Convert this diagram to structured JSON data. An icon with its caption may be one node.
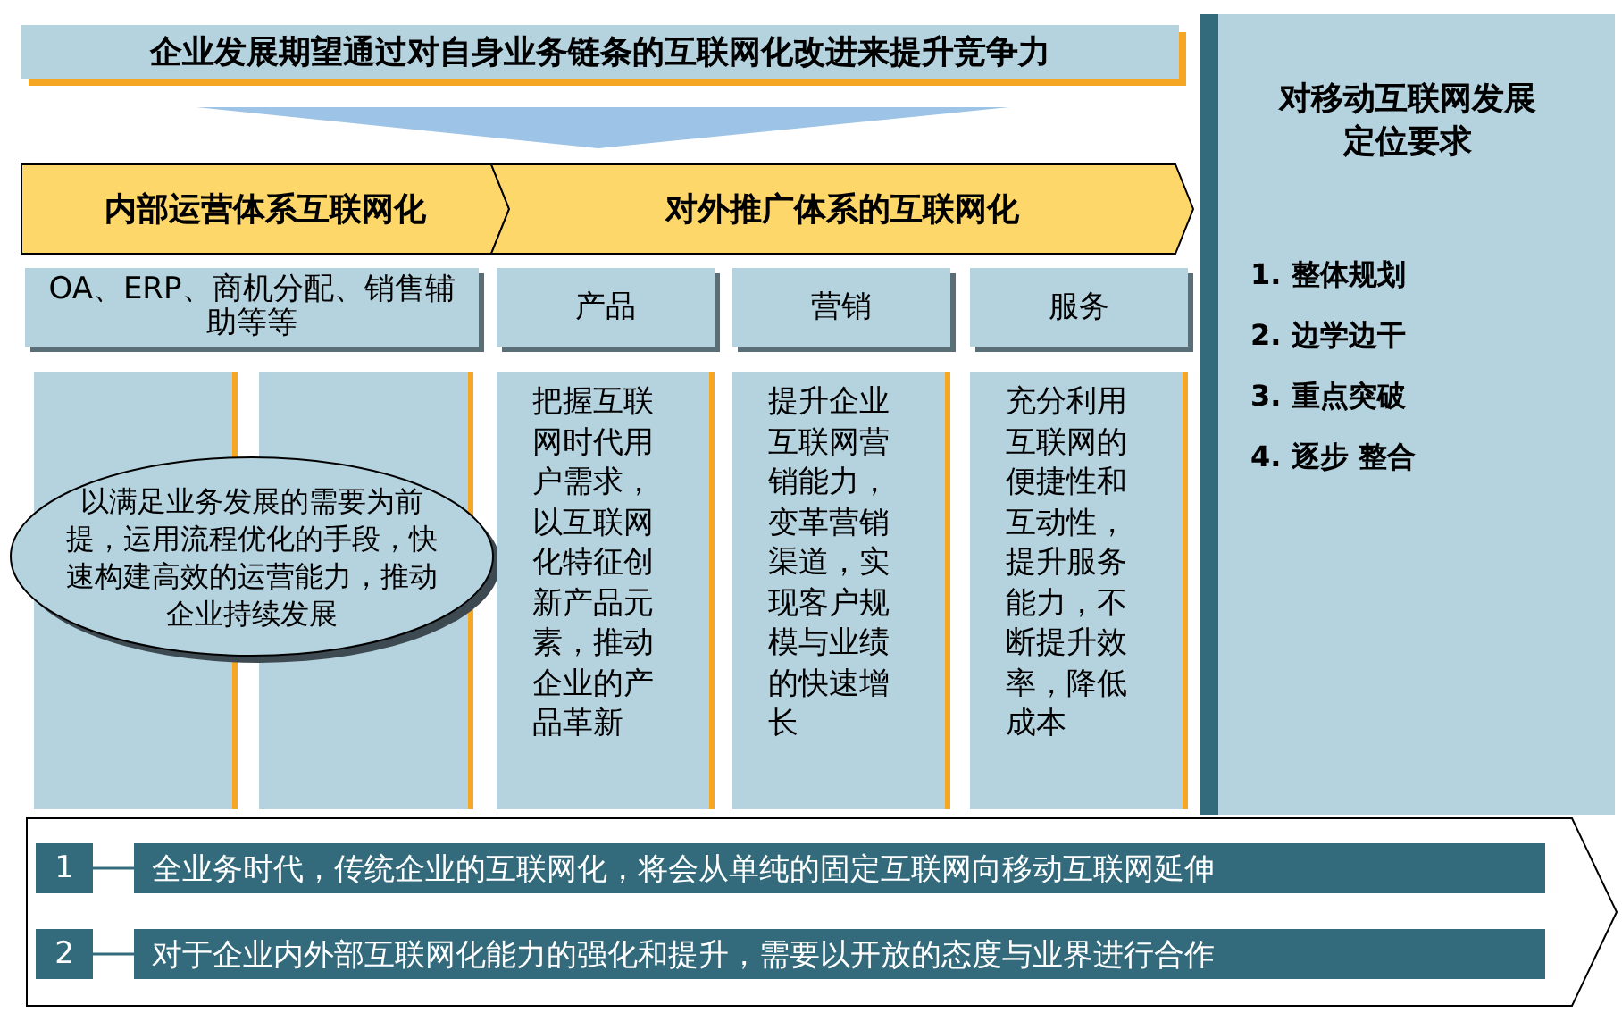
{
  "diagram": {
    "nodes": [
      {
        "text": [
          "企业发展期望通过对自身业务链条的互联网化改进来提升竞争力"
        ]
      },
      {
        "text": [
          "内部运营体系互联网化"
        ]
      },
      {
        "text": [
          "对外推广体系的互联网化"
        ]
      },
      {
        "text": [
          "OA、ERP、商机分配、销售辅助等等"
        ]
      },
      {
        "text": [
          "产品"
        ]
      },
      {
        "text": [
          "营销"
        ]
      },
      {
        "text": [
          "服务"
        ]
      },
      {
        "text": [],
        "shape": "box"
      },
      {
        "text": [],
        "shape": "box"
      },
      {
        "text": [
          "以满足业务发展的需要为前提，运用流程优化的手段，快速构建高效的运营能力，推动企业持续发展"
        ]
      },
      {
        "text": [
          "把握互联网时代用户需求，以互联网化特征创新产品元素，推动企业的产品革新"
        ]
      },
      {
        "text": [
          "提升企业互联网营销能力，变革营销渠道，实现客户规模与业绩的快速增长"
        ]
      },
      {
        "text": [
          "充分利用互联网的便捷性和互动性，提升服务能力，不断提升效率，降低成本"
        ]
      },
      {
        "text": [
          "对移动互联网发展定位要求",
          "1. 整体规划",
          "2. 边学边干",
          "3. 重点突破",
          "4. 逐步 整合"
        ]
      },
      {
        "text": [],
        "shape": "box"
      },
      {
        "text": [
          "1"
        ],
        "in": 14
      },
      {
        "text": [
          "全业务时代，传统企业的互联网化，将会从单纯的固定互联网向移动互联网延伸"
        ],
        "in": 14
      },
      {
        "text": [
          "2"
        ],
        "in": 14
      },
      {
        "text": [
          "对于企业内外部互联网化能力的强化和提升，需要以开放的态度与业界进行合作"
        ],
        "in": 14
      }
    ],
    "edges": [
      {
        "from": 15,
        "to": 16,
        "arrow": "none"
      },
      {
        "from": 17,
        "to": 18,
        "arrow": "none"
      }
    ]
  }
}
